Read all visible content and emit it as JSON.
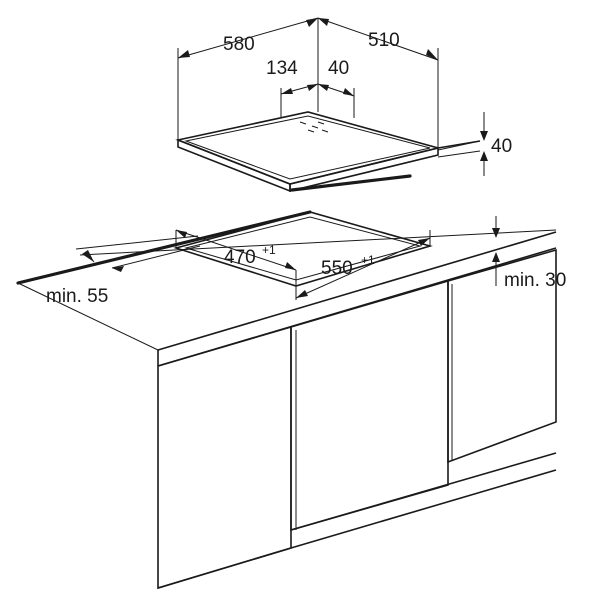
{
  "dimensions": {
    "hob_depth": "580",
    "hob_width": "510",
    "hob_offset_left": "134",
    "hob_offset_right": "40",
    "hob_height": "40",
    "cutout_depth": "470",
    "cutout_depth_tol": "+1",
    "cutout_width": "550",
    "cutout_width_tol": "+1",
    "min_front_distance": "min. 55",
    "min_worktop_thickness": "min. 30"
  }
}
